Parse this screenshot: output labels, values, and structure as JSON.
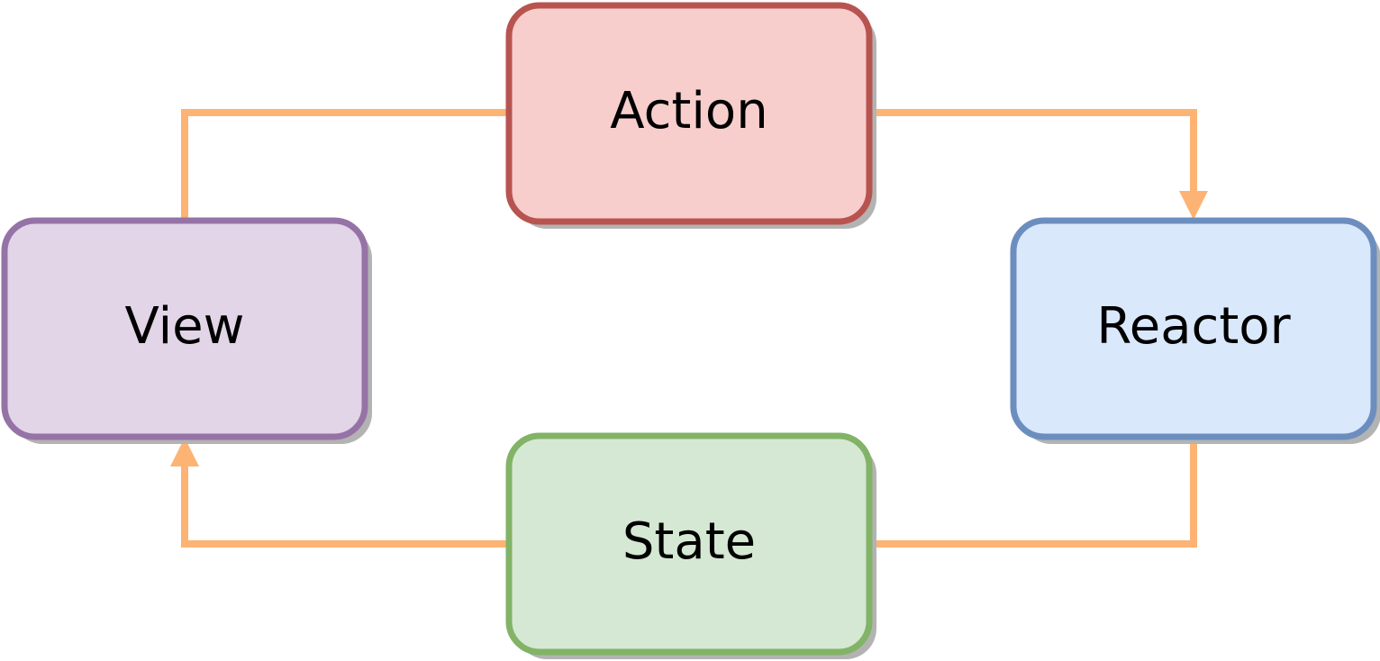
{
  "diagram": {
    "nodes": {
      "action": {
        "label": "Action",
        "fill": "#f8cecc",
        "stroke": "#b85450"
      },
      "reactor": {
        "label": "Reactor",
        "fill": "#dae8fc",
        "stroke": "#6c8ebf"
      },
      "state": {
        "label": "State",
        "fill": "#d5e8d4",
        "stroke": "#82b366"
      },
      "view": {
        "label": "View",
        "fill": "#e1d5e7",
        "stroke": "#9673a6"
      }
    },
    "edges": [
      {
        "from": "action",
        "to": "reactor",
        "arrow": true
      },
      {
        "from": "reactor",
        "to": "state",
        "arrow": false
      },
      {
        "from": "state",
        "to": "view",
        "arrow": true
      },
      {
        "from": "view",
        "to": "action",
        "arrow": false
      }
    ],
    "edge_color": "#fcb373",
    "shadow_color": "#b3b3b3"
  }
}
